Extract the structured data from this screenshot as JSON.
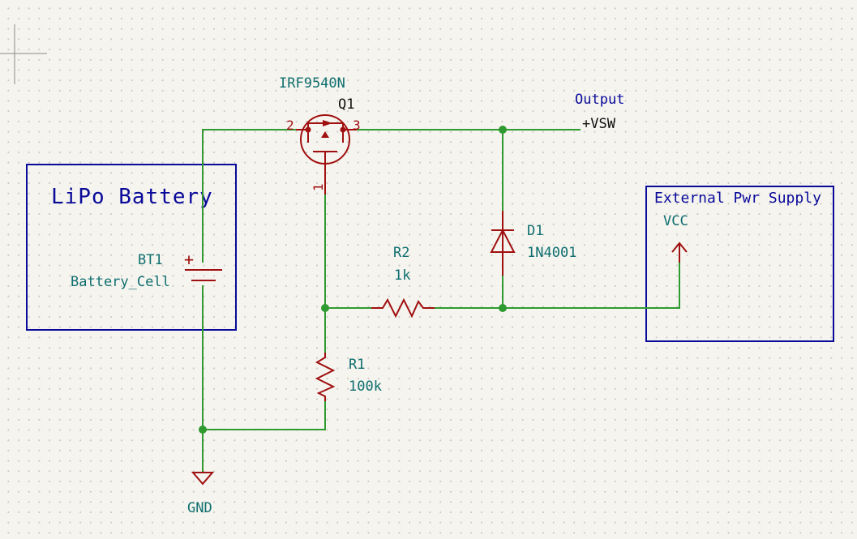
{
  "colors": {
    "wire": "#2f9a2f",
    "component": "#a01010",
    "reference": "#0f6f6f",
    "text_box": "#0a0a9a",
    "background": "#f5f4ef"
  },
  "blocks": {
    "battery_title": "LiPo Battery",
    "external_title": "External Pwr Supply"
  },
  "components": {
    "q1": {
      "value": "IRF9540N",
      "ref": "Q1",
      "pin_gate": "1",
      "pin_drain": "2",
      "pin_source": "3"
    },
    "bt1": {
      "ref": "BT1",
      "value": "Battery_Cell",
      "plus": "+"
    },
    "d1": {
      "ref": "D1",
      "value": "1N4001"
    },
    "r2": {
      "ref": "R2",
      "value": "1k"
    },
    "r1": {
      "ref": "R1",
      "value": "100k"
    }
  },
  "nets": {
    "output_label": "Output",
    "vsw": "+VSW",
    "vcc": "VCC",
    "gnd": "GND"
  }
}
